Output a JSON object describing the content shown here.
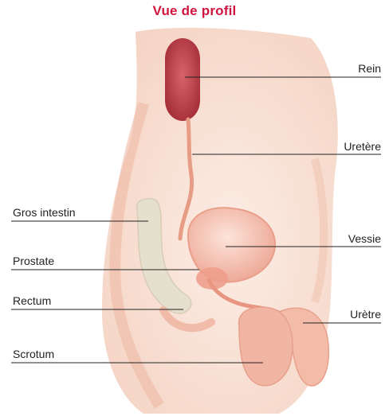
{
  "diagram": {
    "title": "Vue de profil",
    "title_color": "#d0153f",
    "labels": {
      "rein": "Rein",
      "uretere": "Uretère",
      "vessie": "Vessie",
      "uretre": "Urètre",
      "gros_intestin": "Gros intestin",
      "prostate": "Prostate",
      "rectum": "Rectum",
      "scrotum": "Scrotum"
    },
    "colors": {
      "kidney": "#b73a43",
      "body_skin": "#f6dccd",
      "organ_pink": "#f2b7a7",
      "intestine": "#e6e0cf",
      "leader_line": "#222222"
    }
  }
}
